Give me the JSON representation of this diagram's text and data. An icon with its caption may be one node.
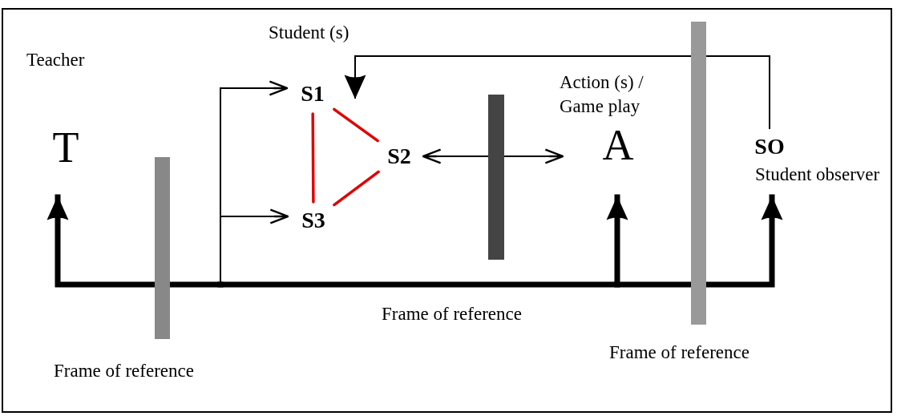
{
  "diagram": {
    "nodes": [
      {
        "text": [
          "T"
        ],
        "beside": [
          "Teacher"
        ]
      },
      {
        "text": [
          "S1"
        ]
      },
      {
        "text": [
          "S2"
        ]
      },
      {
        "text": [
          "S3"
        ]
      },
      {
        "text": [
          "A"
        ],
        "beside": [
          "Action (s) / Game play"
        ]
      },
      {
        "text": [
          "SO"
        ],
        "beside": [
          "Student observer"
        ]
      }
    ],
    "edges": [
      {
        "from": null,
        "to": 0,
        "arrow": "to",
        "style": "thick"
      },
      {
        "from": null,
        "to": 1,
        "arrow": "to"
      },
      {
        "from": null,
        "to": 3,
        "arrow": "to"
      },
      {
        "from": null,
        "to": 4,
        "arrow": "to",
        "style": "thick"
      },
      {
        "from": null,
        "to": 5,
        "arrow": "to",
        "style": "thick"
      },
      {
        "from": 5,
        "to": 1,
        "arrow": "to"
      },
      {
        "from": 2,
        "to": 4,
        "arrow": "both"
      },
      {
        "from": 1,
        "to": 2,
        "arrow": "none",
        "color": "#e00000"
      },
      {
        "from": 1,
        "to": 3,
        "arrow": "none",
        "color": "#e00000"
      },
      {
        "from": 2,
        "to": 3,
        "arrow": "none",
        "color": "#e00000"
      }
    ],
    "labels": [
      "Student (s)",
      "Frame of reference",
      "Frame of reference",
      "Frame of reference"
    ]
  }
}
